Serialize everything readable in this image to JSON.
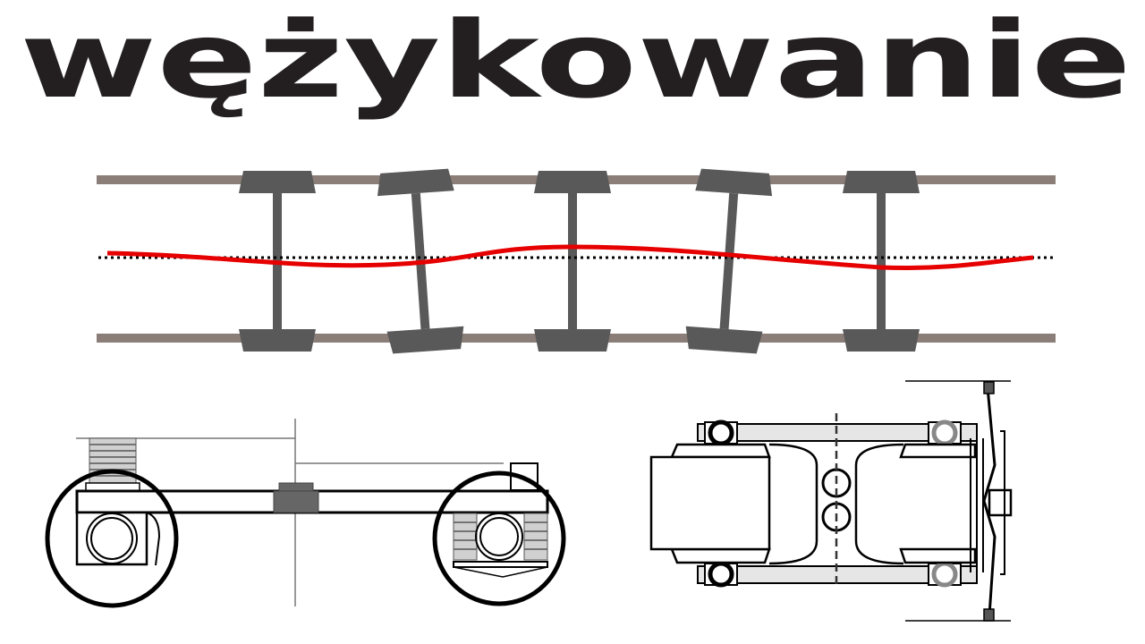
{
  "title": "wężykowanie",
  "colors": {
    "title": "#231f20",
    "rail": "#8b7d77",
    "wheelset": "#595959",
    "path": "#e60000",
    "centerline": "#000000",
    "outline": "#000000",
    "spring_fill": "#d0d0d0",
    "frame_fill": "#e6e6e6"
  },
  "wheelsets": [
    {
      "tilt_deg": 0
    },
    {
      "tilt_deg": -4
    },
    {
      "tilt_deg": 0
    },
    {
      "tilt_deg": 4
    },
    {
      "tilt_deg": 0
    }
  ]
}
